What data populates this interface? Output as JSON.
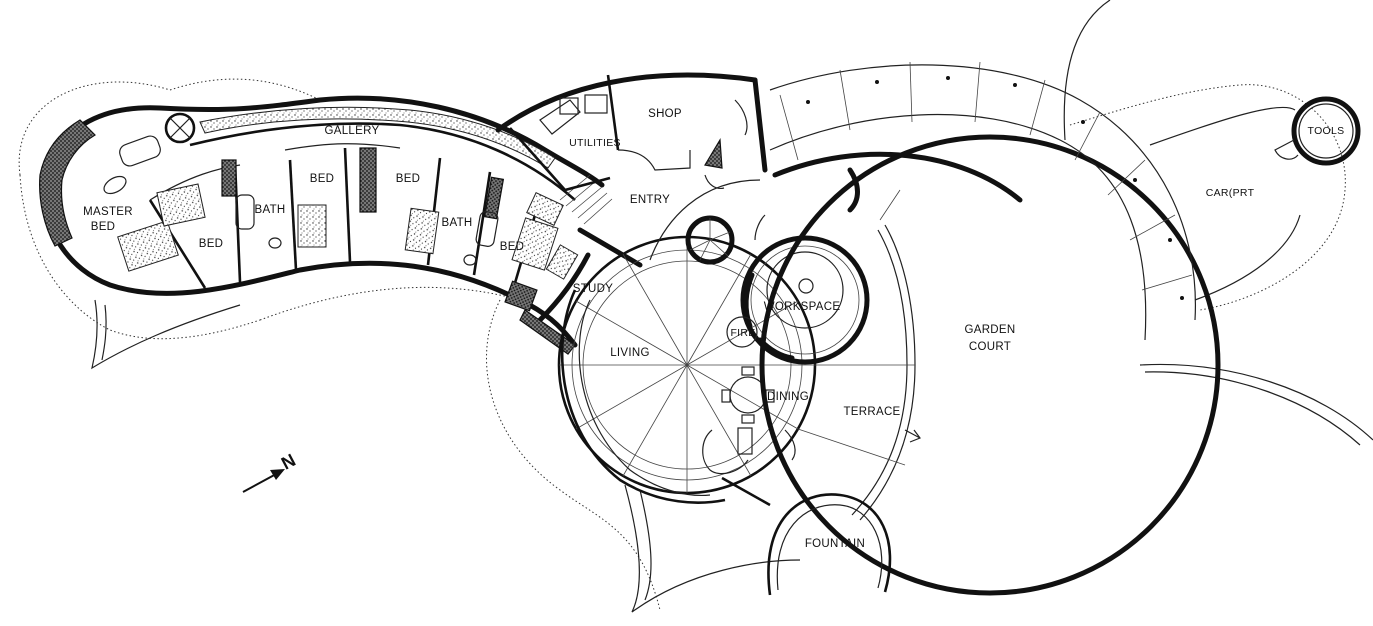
{
  "rooms": {
    "master_bed": [
      "MASTER",
      "BED"
    ],
    "gallery": "GALLERY",
    "bed_1": "BED",
    "bath_1": "BATH",
    "bed_2": "BED",
    "bed_3": "BED",
    "bath_2": "BATH",
    "bed_4": "BED",
    "utilities": "UTILITIES",
    "shop": "SHOP",
    "entry": "ENTRY",
    "study": "STUDY",
    "living": "LIVING",
    "workspace": "WORKSPACE",
    "fire": "FIRE",
    "dining": "DINING",
    "terrace": "TERRACE",
    "garden_court": [
      "GARDEN",
      "COURT"
    ],
    "fountain": "FOUNTAIN",
    "carport": "CAR(PRT",
    "tools": "TOOLS"
  },
  "north_marker": "N",
  "colors": {
    "ink": "#111111",
    "paper": "#ffffff"
  }
}
